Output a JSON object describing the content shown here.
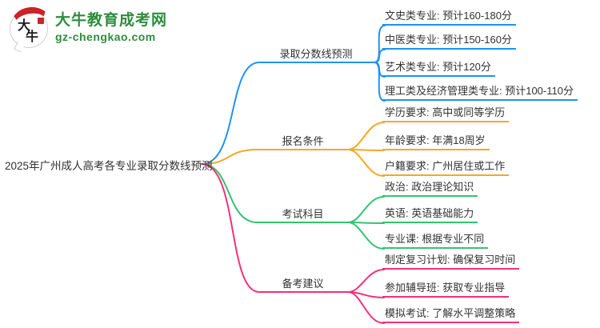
{
  "logo": {
    "bubble_text_top": "大",
    "bubble_text_bottom": "牛",
    "site_name": "大牛教育成考网",
    "site_domain": "gz-chengkao.com"
  },
  "mindmap": {
    "central_topic": "2025年广州成人高考各专业录取分数线预测",
    "branches": [
      {
        "label": "录取分数线预测",
        "color": "#2192f0",
        "children": [
          "文史类专业: 预计160-180分",
          "中医类专业: 预计150-160分",
          "艺术类专业: 预计120分",
          "理工类及经济管理类专业: 预计100-110分"
        ]
      },
      {
        "label": "报名条件",
        "color": "#f7a823",
        "children": [
          "学历要求: 高中或同等学历",
          "年龄要求: 年满18周岁",
          "户籍要求: 广州居住或工作"
        ]
      },
      {
        "label": "考试科目",
        "color": "#33c470",
        "children": [
          "政治: 政治理论知识",
          "英语: 英语基础能力",
          "专业课: 根据专业不同"
        ]
      },
      {
        "label": "备考建议",
        "color": "#f3307c",
        "children": [
          "制定复习计划: 确保复习时间",
          "参加辅导班: 获取专业指导",
          "模拟考试: 了解水平调整策略"
        ]
      }
    ]
  },
  "colors": {
    "background": "#ffffff",
    "text": "#333333",
    "logo_green": "#2e8c3e",
    "logo_red": "#cc2228",
    "branch_blue": "#2192f0",
    "branch_orange": "#f7a823",
    "branch_green": "#33c470",
    "branch_pink": "#f3307c"
  }
}
